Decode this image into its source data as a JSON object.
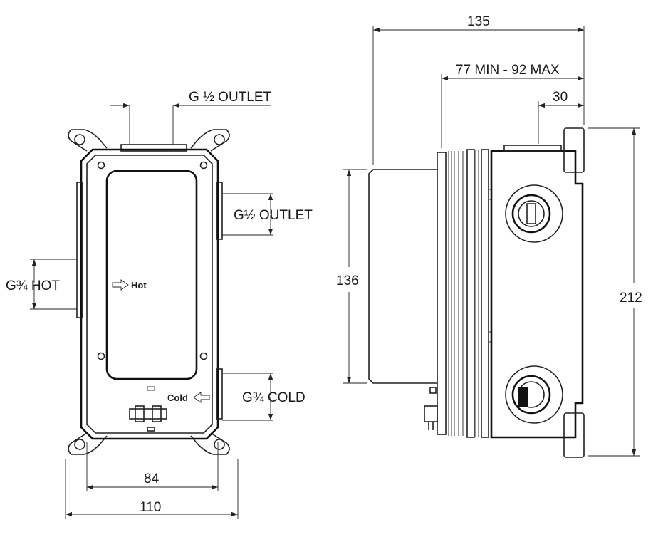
{
  "front_view": {
    "top_outlet_label": "G ½ OUTLET",
    "side_outlet_label": "G½ OUTLET",
    "hot_inlet_label": "G¾ HOT",
    "cold_inlet_label": "G¾ COLD",
    "hot_marker": "Hot",
    "cold_marker": "Cold",
    "inner_width_dim": "84",
    "outer_width_dim": "110"
  },
  "side_view": {
    "overall_depth_dim": "135",
    "adjust_range_dim": "77 MIN - 92 MAX",
    "flange_dim": "30",
    "body_height_dim": "136",
    "overall_height_dim": "212"
  }
}
